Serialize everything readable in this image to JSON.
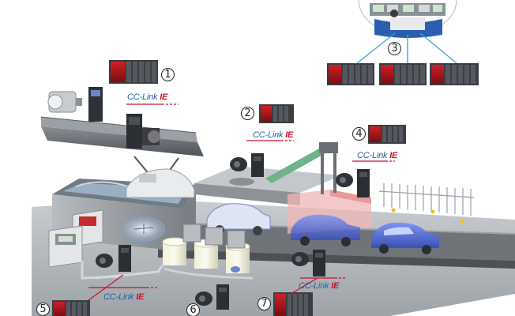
{
  "callouts": {
    "c1": "1",
    "c2": "2",
    "c3": "3",
    "c4": "4",
    "c5": "5",
    "c6": "6",
    "c7": "7"
  },
  "network_label": {
    "prefix": "CC-Link",
    "suffix": "IE"
  },
  "colors": {
    "plc_red": "#a3131c",
    "network_red": "#c8102e",
    "network_blue": "#1f5fa8",
    "link_cyan": "#3aa7dc",
    "car_blue": "#5a73d8",
    "conveyor_grey": "#6f7479"
  }
}
